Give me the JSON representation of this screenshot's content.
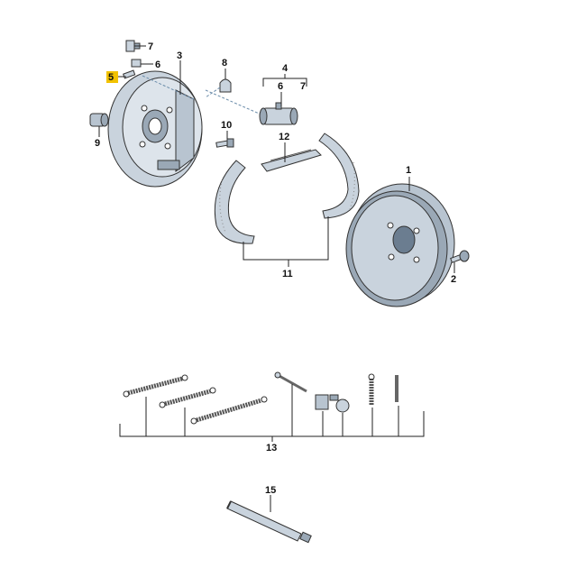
{
  "colors": {
    "part_fill": "#c9d3dd",
    "part_dark": "#9aa8b6",
    "part_light": "#e6ecf2",
    "outline": "#333333",
    "highlight": "#f2c200",
    "leader": "#222222",
    "dashed": "#6b8caa"
  },
  "labels": {
    "p1": "1",
    "p2": "2",
    "p3": "3",
    "p4": "4",
    "p5": "5",
    "p6": "6",
    "p6b": "6",
    "p7": "7",
    "p7b": "7",
    "p8": "8",
    "p9": "9",
    "p10": "10",
    "p11": "11",
    "p12": "12",
    "p13": "13",
    "p15": "15"
  },
  "icons": {
    "backing_plate": "brake-backing-plate-icon",
    "drum": "brake-drum-icon",
    "shoe": "brake-shoe-icon",
    "cylinder": "wheel-cylinder-icon",
    "spring": "coil-spring-icon",
    "tube": "grease-tube-icon"
  }
}
